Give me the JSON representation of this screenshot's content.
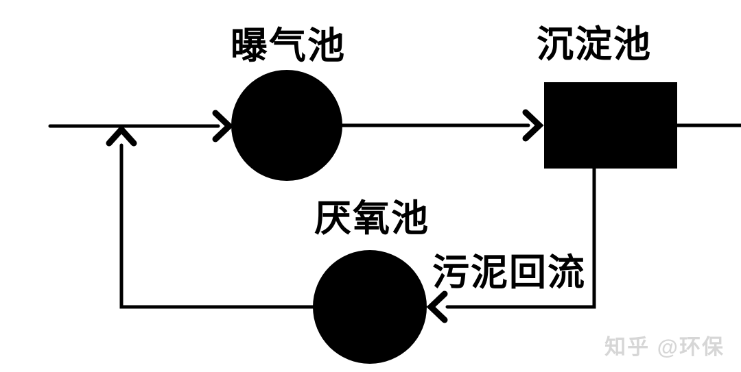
{
  "diagram": {
    "nodes": {
      "aeration": {
        "label": "曝气池",
        "shape": "circle"
      },
      "sedimentation": {
        "label": "沉淀池",
        "shape": "rect"
      },
      "anaerobic": {
        "label": "厌氧池",
        "shape": "circle"
      }
    },
    "edges": {
      "sludge_return": {
        "label": "污泥回流"
      }
    },
    "watermark": {
      "text": "知乎 @环保"
    },
    "colors": {
      "ink": "#000000",
      "background": "#ffffff",
      "watermark": "#d6d6d6"
    }
  }
}
